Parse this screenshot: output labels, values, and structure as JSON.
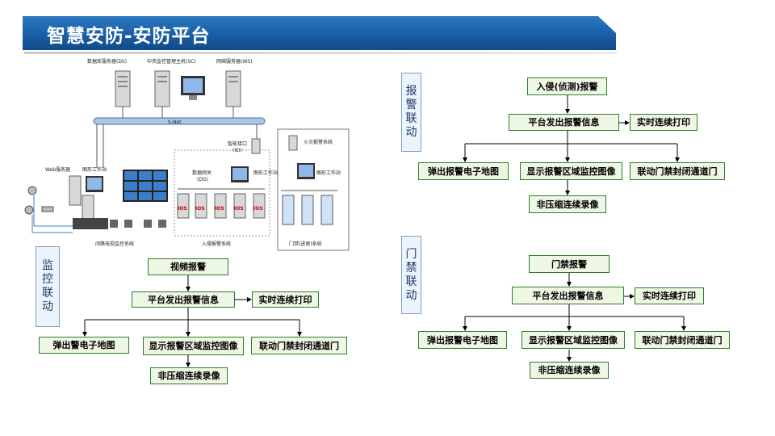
{
  "header": {
    "title": "智慧安防-安防平台"
  },
  "network_diagram": {
    "bus_label": "S-Net",
    "servers": [
      "数据库服务器(DS)",
      "中央监控管理主机(SC)",
      "网络服务器(WS)"
    ],
    "labels": {
      "web_server": "Web服务器",
      "graphics_ws_1": "图形工作站",
      "smart_interface": "智能接口",
      "smart_interface_sub": "(IEI)",
      "data_gateway": "数据网关",
      "data_gateway_sub": "(DG)",
      "graphics_ws_2": "图形工作站",
      "fire_alarm": "火灾报警系统",
      "graphics_ws_3": "图形工作站",
      "cctv_system": "闭路电视监控系统",
      "intrusion_system": "入侵报警系统",
      "access_system": "门禁(进更)系统",
      "ios": "IOS"
    }
  },
  "sections": {
    "monitor": {
      "label_chars": [
        "监",
        "控",
        "联",
        "动"
      ],
      "trigger": "视频报警",
      "platform": "平台发出报警信息",
      "print": "实时连续打印",
      "map": "弹出警电子地图",
      "display": "显示报警区域监控图像",
      "door": "联动门禁封闭通道门",
      "record": "非压缩连续录像"
    },
    "alarm": {
      "label_chars": [
        "报",
        "警",
        "联",
        "动"
      ],
      "trigger": "入侵(侦测)报警",
      "platform": "平台发出报警信息",
      "print": "实时连续打印",
      "map": "弹出报警电子地图",
      "display": "显示报警区域监控图像",
      "door": "联动门禁封闭通道门",
      "record": "非压缩连续录像"
    },
    "access": {
      "label_chars": [
        "门",
        "禁",
        "联",
        "动"
      ],
      "trigger": "门禁报警",
      "platform": "平台发出报警信息",
      "print": "实时连续打印",
      "map": "弹出报警电子地图",
      "display": "显示报警区域监控图像",
      "door": "联动门禁封闭通道门",
      "record": "非压缩连续录像"
    }
  },
  "colors": {
    "banner": "#1a5ea6",
    "box_border": "#2f7a2f",
    "box_fill": "#eef7e3"
  }
}
